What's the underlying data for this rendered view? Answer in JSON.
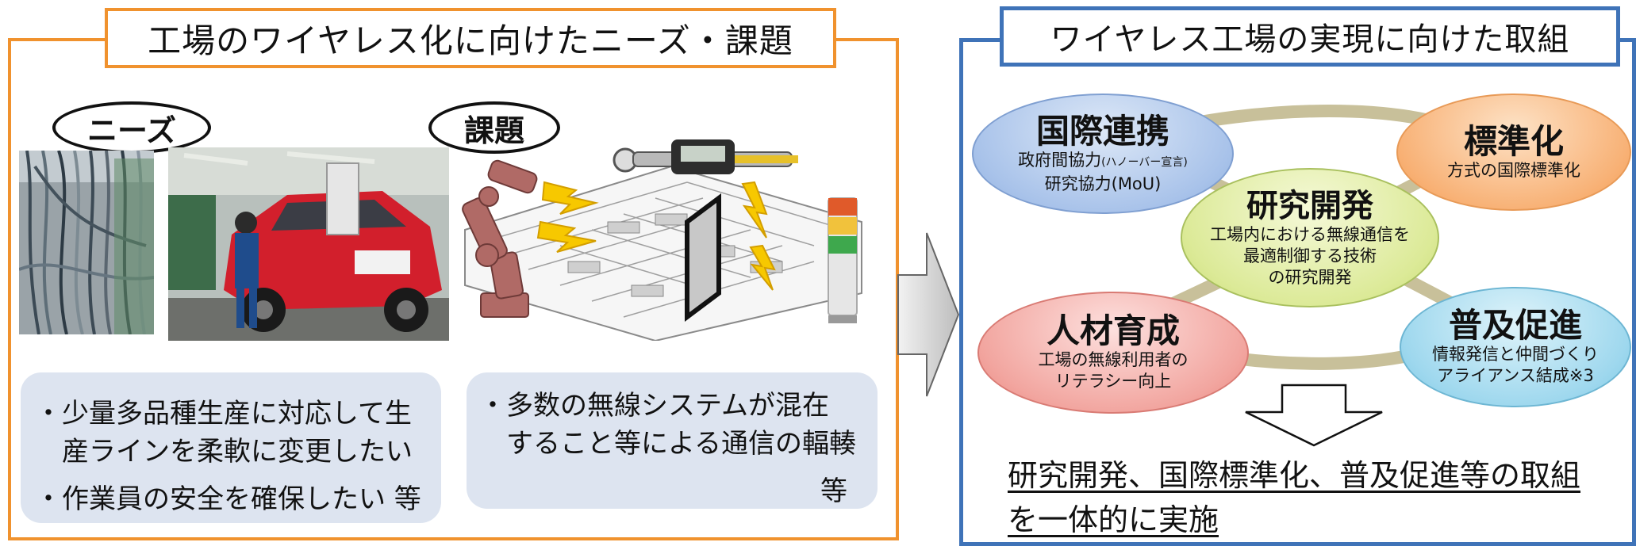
{
  "left": {
    "title": "工場のワイヤレス化に向けたニーズ・課題",
    "needs_label": "ニーズ",
    "issues_label": "課題",
    "needs_items": [
      "・少量多品種生産に対応して生",
      "　産ラインを柔軟に変更したい",
      "・作業員の安全を確保したい 等"
    ],
    "issues_items": [
      "・多数の無線システムが混在",
      "　すること等による通信の輻輳"
    ],
    "issues_etc": "等"
  },
  "right": {
    "title": "ワイヤレス工場の実現に向けた取組",
    "international": {
      "head": "国際連携",
      "line1_main": "政府間協力",
      "line1_small": "(ハノーバー宣言)",
      "line2": "研究協力(MoU)"
    },
    "standardization": {
      "head": "標準化",
      "line1": "方式の国際標準化"
    },
    "rnd": {
      "head": "研究開発",
      "lines": [
        "工場内における無線通信を",
        "最適制御する技術",
        "の研究開発"
      ]
    },
    "hr": {
      "head": "人材育成",
      "lines": [
        "工場の無線利用者の",
        "リテラシー向上"
      ]
    },
    "promotion": {
      "head": "普及促進",
      "lines": [
        "情報発信と仲間づくり",
        "アライアンス結成※3"
      ]
    },
    "conclusion_lines": [
      "研究開発、国際標準化、普及促進等の取組",
      "を一体的に実施"
    ]
  },
  "colors": {
    "left_border": "#f0922e",
    "right_border": "#3f73b8",
    "card_bg": "#dde4f0",
    "cross_band": "#c8c09a"
  }
}
